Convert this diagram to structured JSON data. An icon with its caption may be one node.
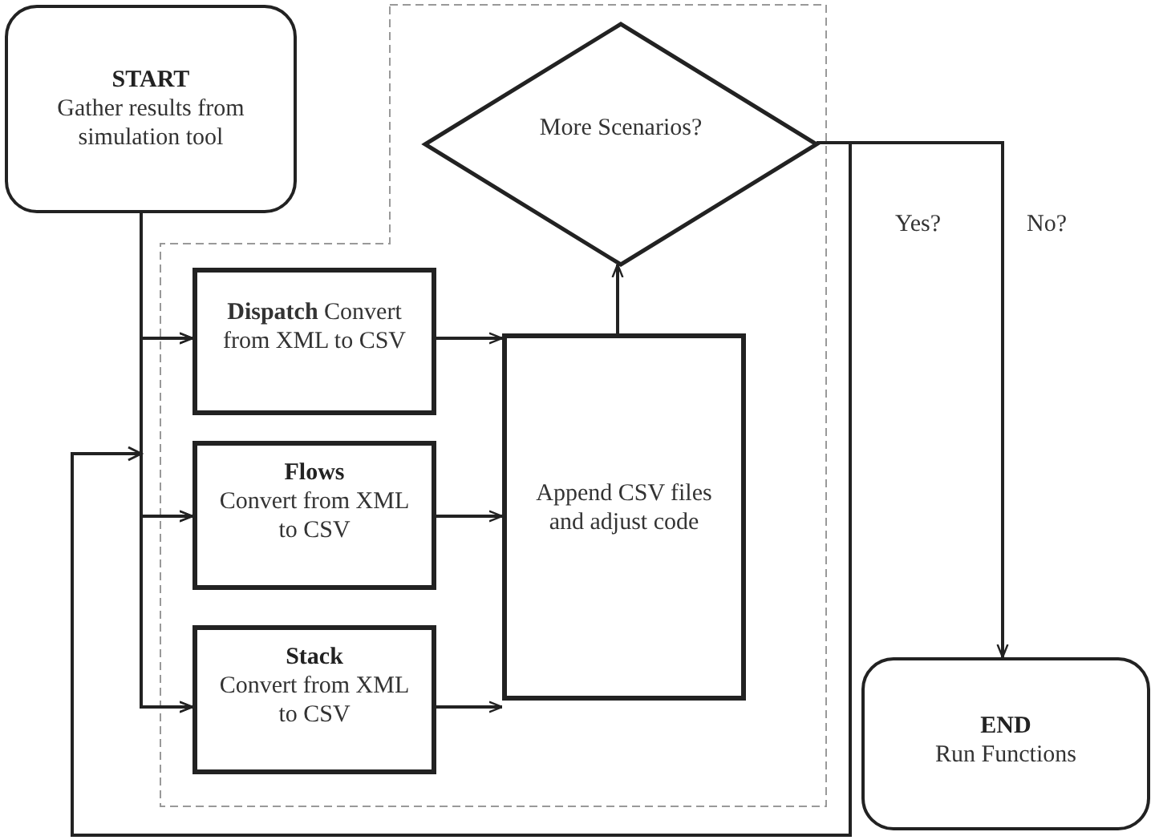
{
  "diagram": {
    "nodes": [
      {
        "text": [
          "START",
          "Gather results from simulation tool"
        ]
      },
      {
        "text": [
          "**Dispatch** Convert from XML to CSV"
        ]
      },
      {
        "text": [
          "Flows",
          "Convert from XML to CSV"
        ]
      },
      {
        "text": [
          "Stack",
          "Convert from XML to CSV"
        ]
      },
      {
        "text": [
          "Append CSV files and adjust code"
        ]
      },
      {
        "text": [
          "More Scenarios?"
        ]
      },
      {
        "text": [
          "END",
          "Run Functions"
        ]
      }
    ],
    "edges": [
      {
        "from": 0,
        "to": 1,
        "arrow": "to"
      },
      {
        "from": 0,
        "to": 2,
        "arrow": "to"
      },
      {
        "from": 0,
        "to": 3,
        "arrow": "to"
      },
      {
        "from": 1,
        "to": 4,
        "arrow": "to"
      },
      {
        "from": 2,
        "to": 4,
        "arrow": "to"
      },
      {
        "from": 3,
        "to": 4,
        "arrow": "to"
      },
      {
        "from": 4,
        "to": 5,
        "arrow": "to"
      },
      {
        "from": 5,
        "to": 1,
        "label": "Yes?",
        "arrow": "to"
      },
      {
        "from": 5,
        "to": 2,
        "arrow": "to"
      },
      {
        "from": 5,
        "to": 3,
        "arrow": "to"
      },
      {
        "from": 5,
        "to": 6,
        "label": "No?",
        "arrow": "to"
      }
    ]
  }
}
